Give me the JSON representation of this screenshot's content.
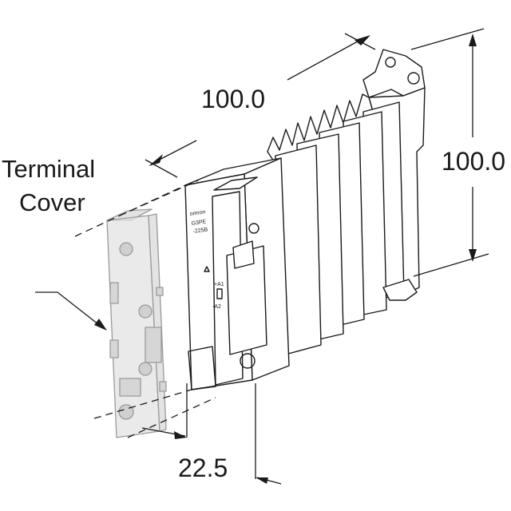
{
  "dimensions": {
    "length": "100.0",
    "height": "100.0",
    "width": "22.5"
  },
  "callout": {
    "line1": "Terminal",
    "line2": "Cover"
  },
  "relay_marking": {
    "brand": "omron",
    "model": "G3PE",
    "rating": "-225B",
    "terminal_plus": "+A1",
    "terminal_minus": "-A2"
  },
  "colors": {
    "line": "#1a1a1a",
    "cover_fill": "#e3e3e3",
    "cover_stroke": "#9a9a9a",
    "background": "#ffffff"
  }
}
